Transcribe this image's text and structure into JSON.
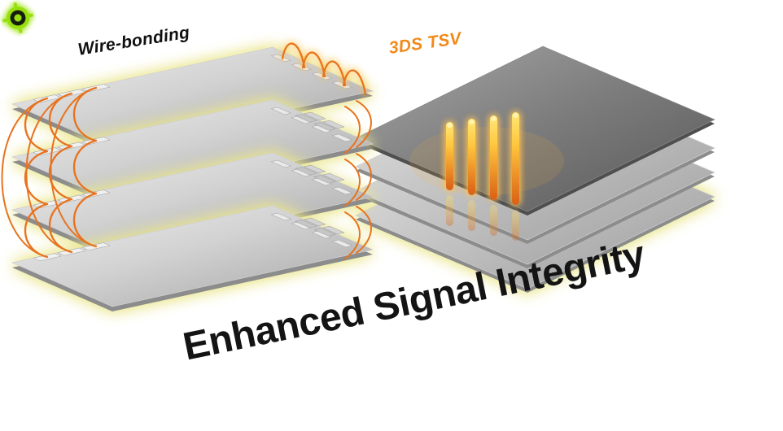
{
  "scene": {
    "background": "#ffffff"
  },
  "labels": {
    "wire_bonding": "Wire-bonding",
    "tsv": "3DS TSV",
    "caption": "Enhanced Signal Integrity"
  },
  "left_stack": {
    "layers": 4,
    "interconnect": "wire-bond arcs"
  },
  "right_stack": {
    "layers": 4,
    "tsv_pillars": 4
  },
  "colors": {
    "wire_orange": "#e8731f",
    "tsv_label_orange": "#f18a1b",
    "glow_yellow": "#eae68c",
    "tsv_top": "#ffe878",
    "tsv_bottom": "#d95f14",
    "icon_green": "#97e00f",
    "caption_black": "#141414",
    "layer_light": "#d6d6d6",
    "plate_dark": "#6f6f6f"
  },
  "icons": [
    {
      "name": "target-icon"
    }
  ]
}
